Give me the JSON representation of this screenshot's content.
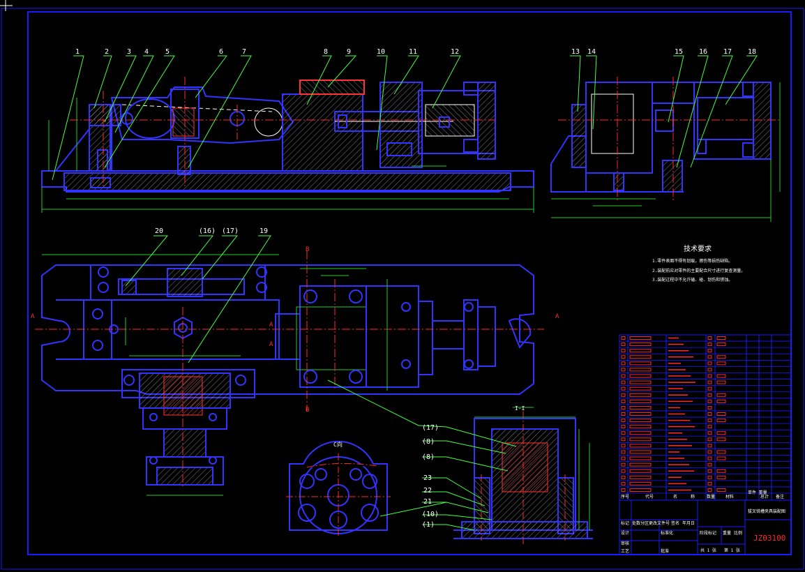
{
  "drawing": {
    "part_numbers_top": [
      "1",
      "2",
      "3",
      "4",
      "5",
      "6",
      "7",
      "8",
      "9",
      "10",
      "11",
      "12"
    ],
    "part_numbers_side": [
      "13",
      "14",
      "15",
      "16",
      "17",
      "18"
    ],
    "part_numbers_plan": [
      "20",
      "(16)",
      "(17)",
      "19"
    ],
    "section_labels": [
      "A",
      "A",
      "A",
      "A",
      "B",
      "B"
    ],
    "detail_labels": [
      "(17)",
      "(8)",
      "(8)",
      "23",
      "22",
      "21",
      "(10)",
      "(1)"
    ],
    "view_label_bottom": "C向",
    "view_label_section": "I-I",
    "tech_req": {
      "title": "技术要求",
      "lines": [
        "1.零件表面不得有划痕，擦伤等损伤缺陷。",
        "2.装配前应对零件的主要配合尺寸进行复查测量。",
        "3.装配过程中不允许磕、碰、划伤和锈蚀。"
      ]
    },
    "title_block": {
      "headers": [
        "序号",
        "代号",
        "名",
        "称",
        "数量",
        "材料",
        "单件\n重量",
        "总计",
        "备注"
      ],
      "designation": "JZ03100",
      "name": "拔叉铣槽夹具装配图",
      "sheet_total": "共 1 张",
      "sheet_no": "第 1 张",
      "stage": "阶段标记",
      "weight": "重量",
      "scale": "比例",
      "labels": [
        "标记",
        "处数",
        "分区",
        "更改文件号",
        "签名",
        "年月日",
        "设计",
        "标准化",
        "审核",
        "工艺",
        "批准"
      ]
    }
  },
  "colors": {
    "frame": "#1a1aff",
    "outline": "#3333ff",
    "center": "#ff2a2a",
    "dim": "#22cc22",
    "hatch": "#ffffff",
    "leader": "#44ff44",
    "text": "#ffffff",
    "yellow": "#ffff33",
    "magenta": "#ff33ff"
  }
}
